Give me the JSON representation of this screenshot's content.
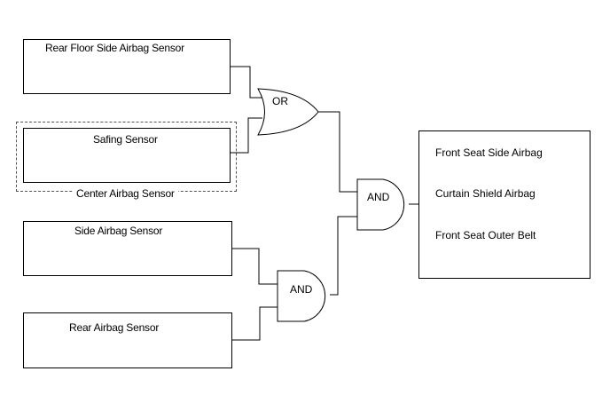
{
  "sensors": {
    "rear_floor_side": "Rear Floor Side Airbag Sensor",
    "safing": "Safing Sensor",
    "center_group": "Center Airbag Sensor",
    "side": "Side Airbag Sensor",
    "rear": "Rear Airbag Sensor"
  },
  "gates": {
    "or_gate": "OR",
    "and_top": "AND",
    "and_bottom": "AND"
  },
  "outputs": {
    "items": [
      "Front Seat Side Airbag",
      "Curtain Shield Airbag",
      "Front Seat Outer Belt"
    ]
  }
}
